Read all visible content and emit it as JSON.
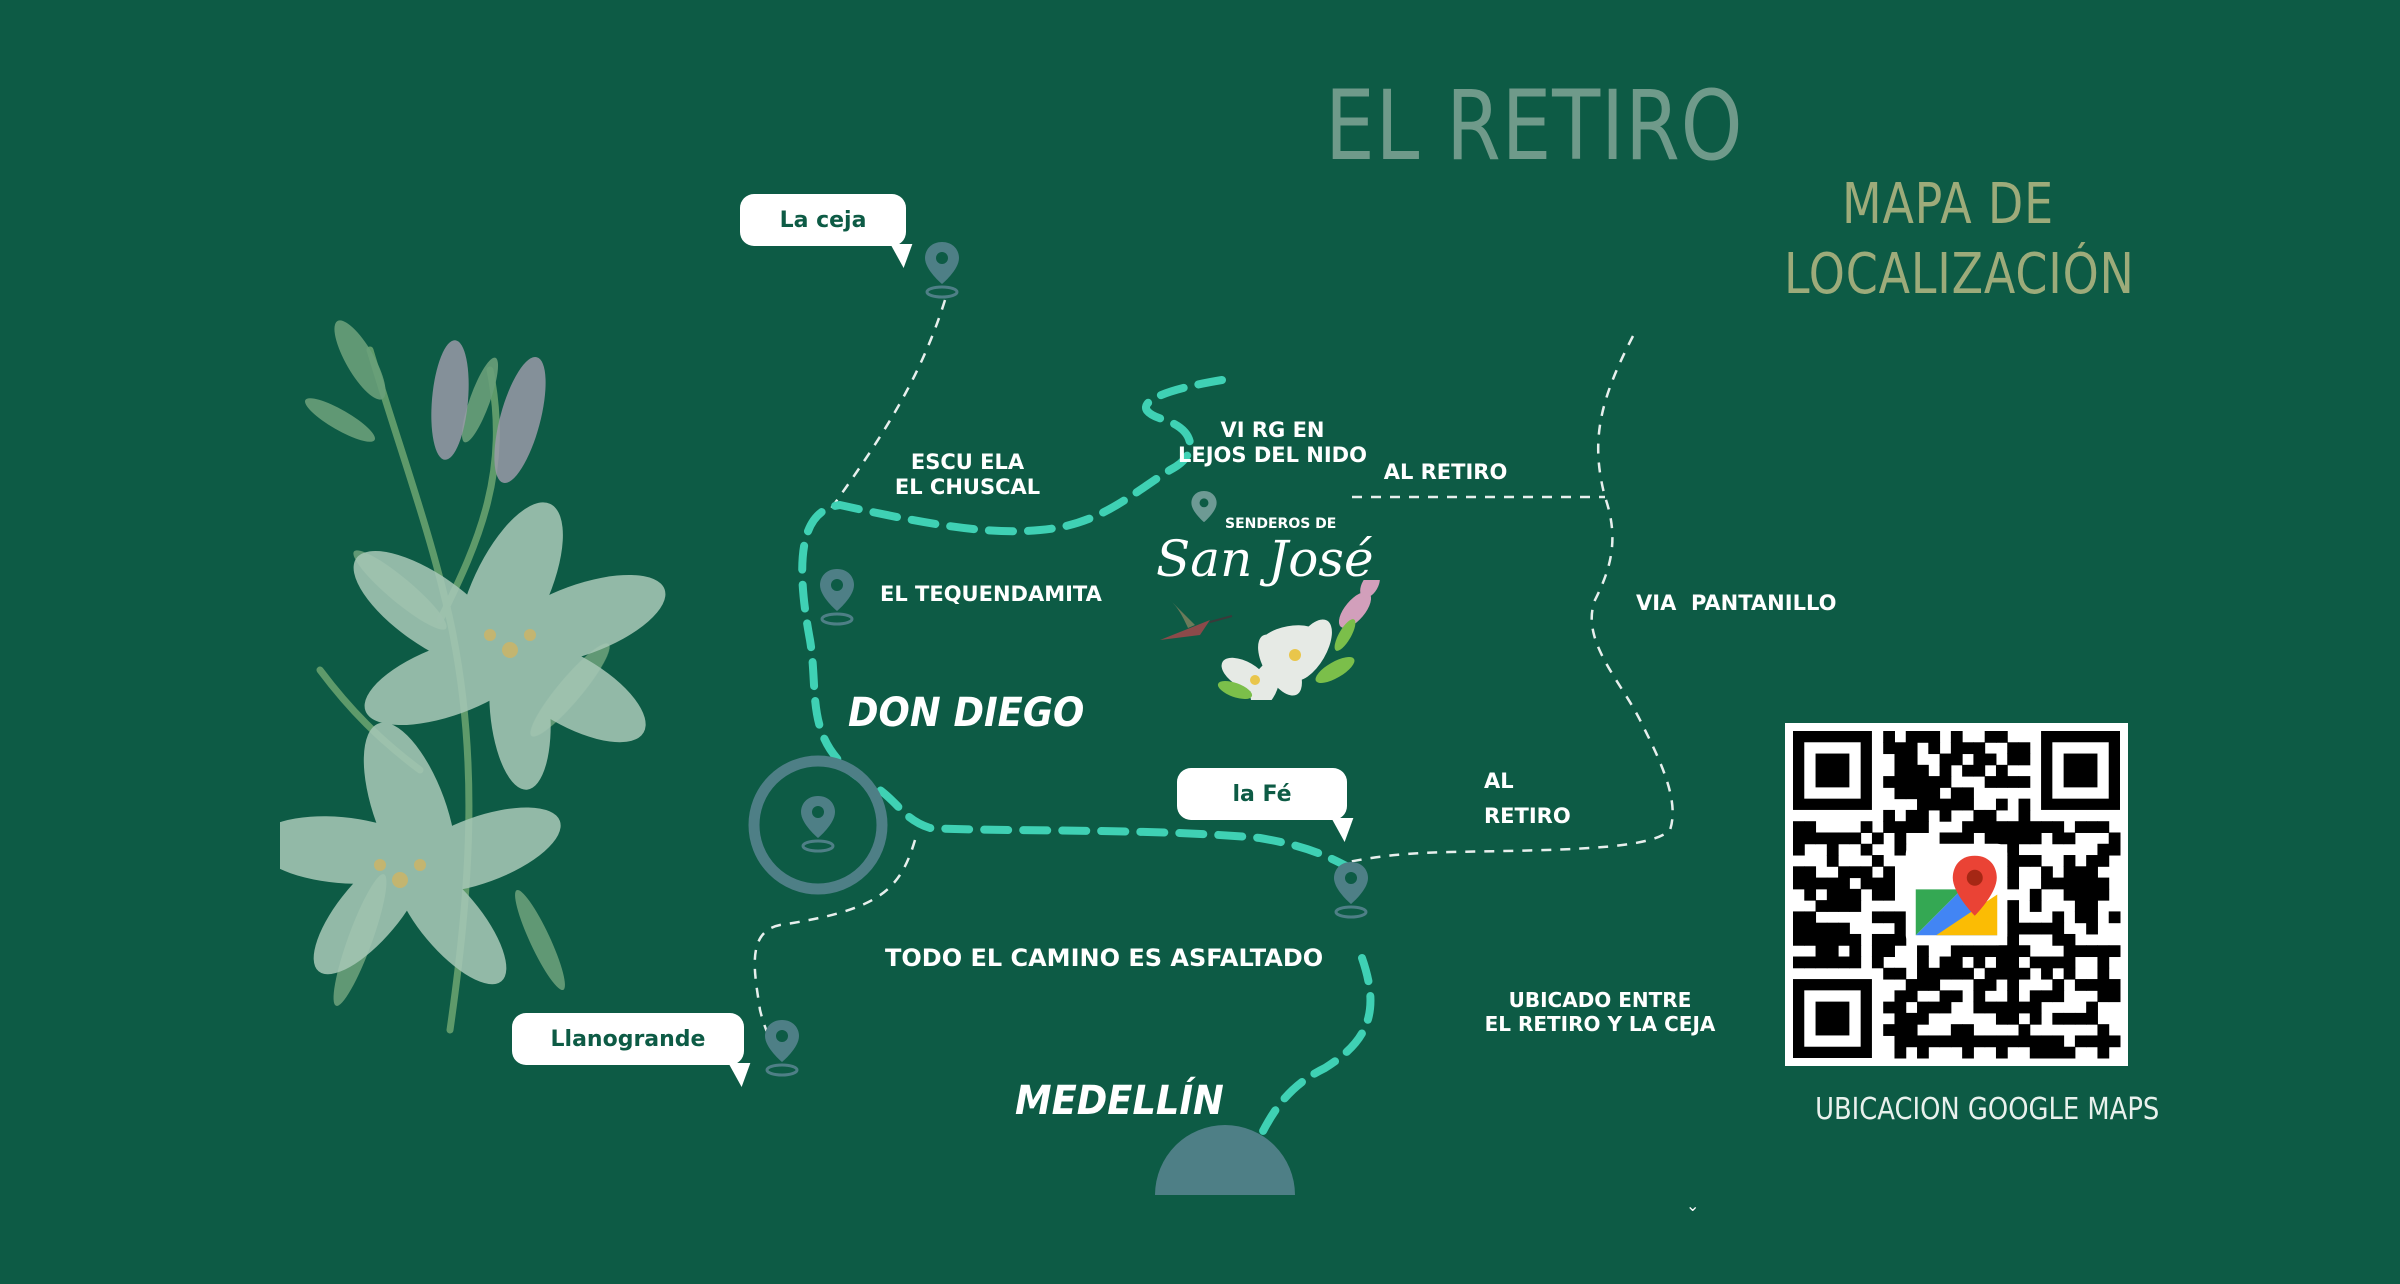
{
  "title": "EL RETIRO",
  "subtitle_line1": "MAPA DE",
  "subtitle_line2": "LOCALIZACIÓN",
  "bubbles": {
    "la_ceja": "La ceja",
    "la_fe": "la Fé",
    "llanogrande": "Llanogrande"
  },
  "labels": {
    "escuela_line1": "ESCU ELA",
    "escuela_line2": "EL CHUSCAL",
    "virgen_line1": "VI RG EN",
    "virgen_line2": "LEJOS DEL NIDO",
    "al_retiro_top": "AL RETIRO",
    "tequendamita": "EL TEQUENDAMITA",
    "via_pantanillo": "VIA  PANTANILLO",
    "al_retiro_2_line1": "AL",
    "al_retiro_2_line2": "RETIRO",
    "camino": "TODO EL CAMINO ES ASFALTADO",
    "ubicado_line1": "UBICADO ENTRE",
    "ubicado_line2": "EL RETIRO Y LA CEJA"
  },
  "cities": {
    "don_diego": "DON DIEGO",
    "medellin": "MEDELLÍN"
  },
  "logo": {
    "top": "SENDEROS DE",
    "script": "San José"
  },
  "qr_caption": "UBICACION GOOGLE MAPS",
  "colors": {
    "background": "#0d5b45",
    "route": "#3fd1b4",
    "pin": "#4e7f86",
    "title": "#6f9a8a",
    "subtitle": "#9dab7a"
  }
}
